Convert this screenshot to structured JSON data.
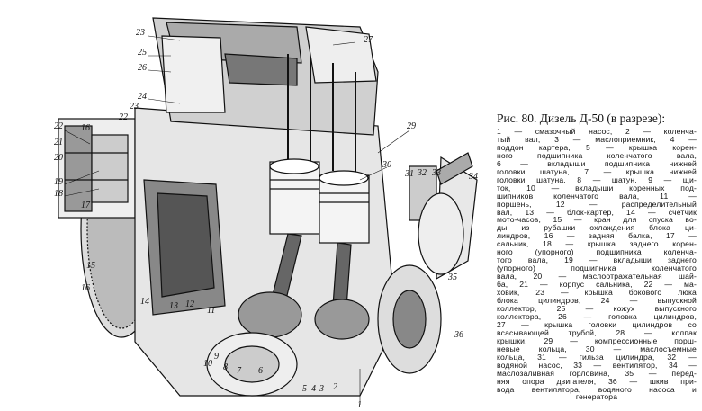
{
  "figure": {
    "title": "Рис. 80. Дизель Д-50 (в разрезе):",
    "caption_lines": [
      "1 — смазочный насос, 2 — коленча-",
      "тый вал, 3 — маслоприемник, 4 —",
      "поддон картера, 5 — крышка корен-",
      "ного подшипника коленчатого вала,",
      "6 — вкладыши подшипника нижней",
      "головки шатуна, 7 — крышка нижней",
      "головки шатуна, 8 — шатун, 9 — щи-",
      "ток, 10 — вкладыши коренных под-",
      "шипников коленчатого вала, 11 —",
      "поршень, 12 — распределительный",
      "вал, 13 — блок-картер, 14 — счетчик",
      "мото-часов, 15 — кран для спуска во-",
      "ды из рубашки охлаждения блока ци-",
      "линдров, 16 — задняя балка, 17 —",
      "сальник, 18 — крышка заднего корен-",
      "ного (упорного) подшипника коленча-",
      "того вала, 19 — вкладыши заднего",
      "(упорного) подшипника коленчатого",
      "вала, 20 — маслоотражательная шай-",
      "ба, 21 — корпус сальника, 22 — ма-",
      "ховик, 23 — крышка бокового люка",
      "блока цилиндров, 24 — выпускной",
      "коллектор, 25 — кожух выпускного",
      "коллектора, 26 — головка цилиндров,",
      "27 — крышка головки цилиндров со",
      "всасывающей трубой, 28 — колпак",
      "крышки, 29 — компрессионные порш-",
      "невые кольца, 30 — маслосъемные",
      "кольца, 31 — гильза цилиндра, 32 —",
      "водяной насос, 33 — вентилятор, 34 —",
      "маслозаливная горловина, 35 — перед-",
      "няя опора двигателя, 36 — шкив при-",
      "вода вентилятора, водяного насоса и",
      "генератора"
    ],
    "callouts": [
      "23",
      "27",
      "25",
      "26",
      "24",
      "23",
      "16",
      "22",
      "22",
      "21",
      "20",
      "19",
      "18",
      "17",
      "15",
      "16",
      "14",
      "13",
      "12",
      "11",
      "10",
      "9",
      "8",
      "7",
      "6",
      "5",
      "4",
      "3",
      "2",
      "1",
      "30",
      "29",
      "31",
      "32",
      "33",
      "34",
      "35",
      "36"
    ]
  }
}
